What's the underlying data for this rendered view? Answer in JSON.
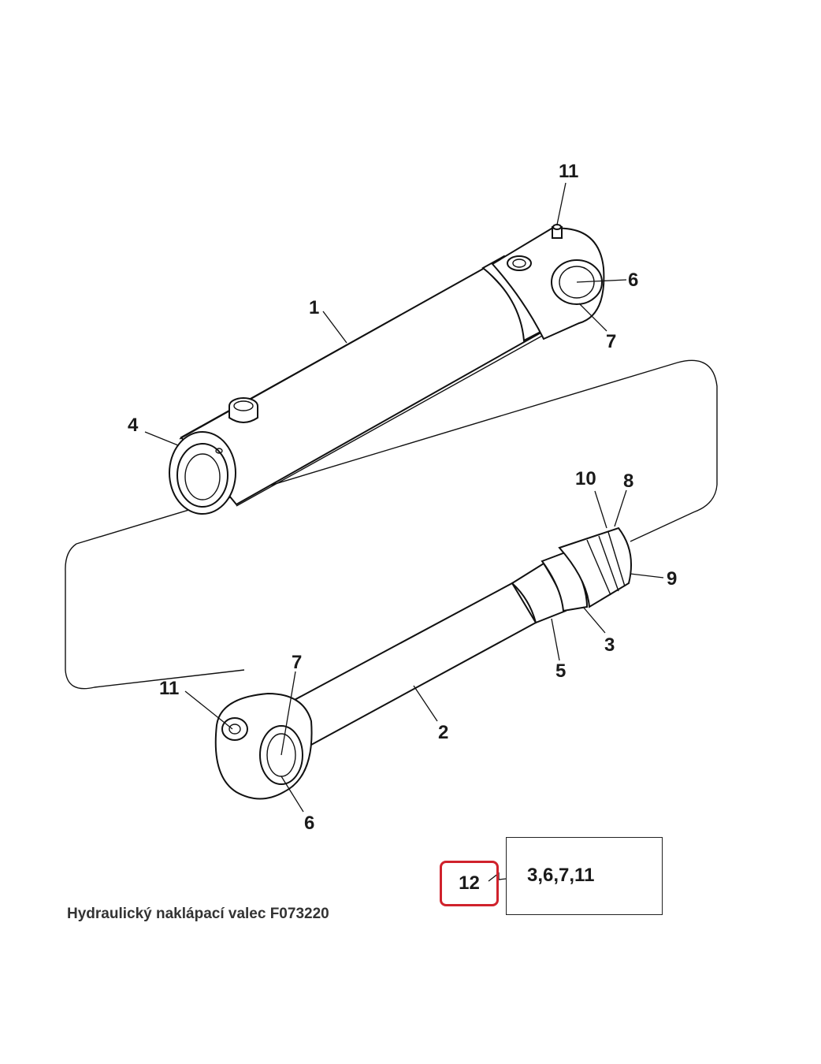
{
  "callouts": {
    "barrel": "1",
    "rod": "2",
    "piston": "3",
    "head_gland": "4",
    "rod_seal": "5",
    "bushing_barrel": "6",
    "bushing_rod": "6",
    "seal_barrel": "7",
    "seal_rod": "7",
    "wear_ring": "8",
    "piston_nut": "9",
    "piston_seal": "10",
    "grease_fitting_barrel": "11",
    "grease_fitting_rod": "11"
  },
  "kit": {
    "label": "12",
    "contents": "3,6,7,11"
  },
  "caption": "Hydraulický naklápací valec F073220"
}
